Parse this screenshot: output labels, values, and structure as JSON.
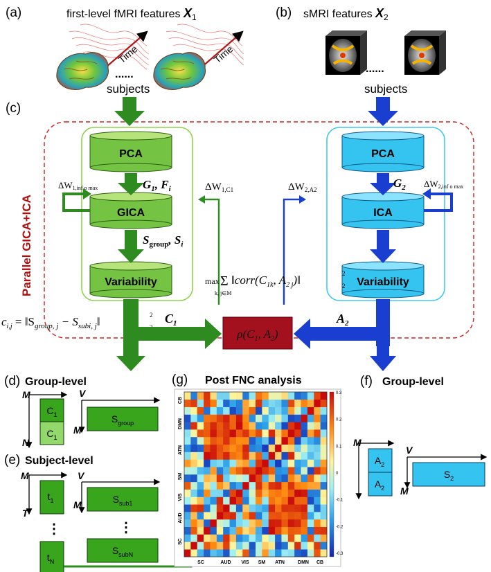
{
  "panels": {
    "a": {
      "letter": "(a)",
      "title": "first-level fMRI features ",
      "symbol": "X",
      "sub": "1",
      "time": "Time",
      "dots": "......",
      "subjects": "subjects"
    },
    "b": {
      "letter": "(b)",
      "title": "sMRI features ",
      "symbol": "X",
      "sub": "2",
      "dots": "......",
      "subjects": "subjects"
    },
    "c": {
      "letter": "(c)",
      "side_label": "Parallel GICA+ICA"
    },
    "d": {
      "letter": "(d)",
      "title": "Group-level"
    },
    "e": {
      "letter": "(e)",
      "title": "Subject-level"
    },
    "f": {
      "letter": "(f)",
      "title": "Group-level"
    },
    "g": {
      "letter": "(g)",
      "title": "Post FNC analysis"
    }
  },
  "left_pipeline": {
    "pca": "PCA",
    "gica": "GICA",
    "variability": "Variability",
    "g1": "G",
    "g1_sub": "1",
    "f": ", F",
    "f_sub": "i",
    "s": "S",
    "s_sub": "group",
    "s2": ", S",
    "s2_sub": "i",
    "dw_left": "ΔW",
    "dw_left_sub": "1,inf o max",
    "dw_c1": "ΔW",
    "dw_c1_sub": "1,C1",
    "c1": "C",
    "c1_sub": "1",
    "cij_formula": "c",
    "cij_sub": "i,j",
    "cij_rest": " = ‖S",
    "cij_s1": "group, j",
    "cij_mid": " − S",
    "cij_s2": "subi, j",
    "cij_end": "‖",
    "cij_sup": "2",
    "cij_low": "2"
  },
  "right_pipeline": {
    "pca": "PCA",
    "ica": "ICA",
    "variability": "Variability",
    "g2": "G",
    "g2_sub": "2",
    "dw_a2": "ΔW",
    "dw_a2_sub": "2,A2",
    "dw_right": "ΔW",
    "dw_right_sub": "2,inf o max",
    "a2": "A",
    "a2_sub": "2"
  },
  "center": {
    "rho": "ρ(C",
    "rho_sub1": "1",
    "rho_mid": ", A",
    "rho_sub2": "2",
    "rho_end": ")",
    "max": "max",
    "max_sub": "k, j∈M",
    "sum": "Σ",
    "corr": "‖corr(C",
    "corr_s1": "1k",
    "corr_mid": ", A",
    "corr_s2": "2 j",
    "corr_end": ")‖",
    "corr_sup": "2",
    "corr_low": "2"
  },
  "group_level_d": {
    "M": "M",
    "N": "N",
    "V": "V",
    "M2": "M",
    "c1a": "C",
    "c1b": "C",
    "c_sub": "1",
    "sgroup": "S",
    "sgroup_sub": "group"
  },
  "subject_level_e": {
    "M": "M",
    "T": "T",
    "V": "V",
    "M2": "M",
    "t1": "t",
    "t1_sub": "1",
    "tn": "t",
    "tn_sub": "N",
    "ssub1": "S",
    "ssub1_sub": "sub1",
    "ssubn": "S",
    "ssubn_sub": "subN",
    "vdots": "⋮"
  },
  "group_level_f": {
    "M": "M",
    "V": "V",
    "M2": "M",
    "a2a": "A",
    "a2b": "A",
    "a_sub": "2",
    "s2": "S",
    "s2_sub": "2"
  },
  "fnc": {
    "y_labels": [
      "CB",
      "DMN",
      "ATN",
      "SM",
      "VIS",
      "AUD",
      "SC"
    ],
    "x_labels": [
      "SC",
      "AUD",
      "VIS",
      "SM",
      "ATN",
      "DMN",
      "CB"
    ],
    "colorbar_ticks": [
      "0.3",
      "0.2",
      "0.1",
      "0",
      "-0.1",
      "-0.2",
      "-0.3"
    ],
    "range": [
      -0.3,
      0.3
    ],
    "colors": {
      "low": "#1e28c8",
      "mid": "#7ce8f0",
      "zero": "#ffffa0",
      "high": "#e01010"
    }
  },
  "colors": {
    "green_dark": "#2e7d1e",
    "green_light": "#8fd14f",
    "blue_dark": "#1a3fd0",
    "cyan": "#3ec8f2",
    "crimson": "#a3111f",
    "dashed_red": "#cc2222"
  }
}
